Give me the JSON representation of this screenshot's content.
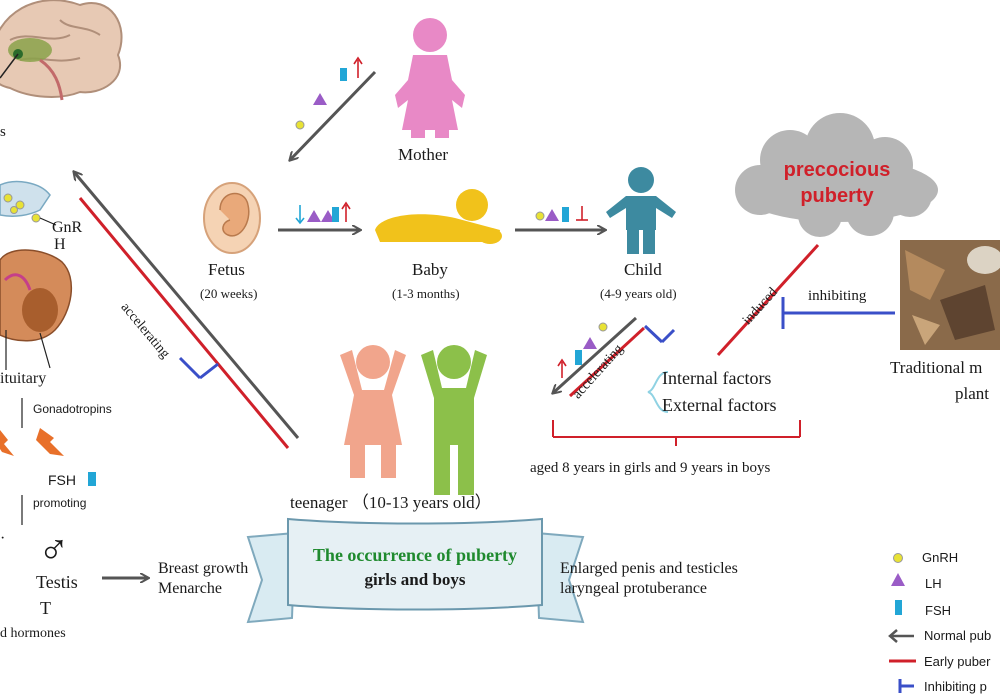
{
  "brain": {
    "hypothalamus_label_fragment": "s"
  },
  "hypothalamus_pituitary": {
    "gnrh_label_line1": "GnR",
    "gnrh_label_line2": "H",
    "pituitary_label": "ituitary",
    "gonadotropins_label": "Gonadotropins",
    "fsh_label": "FSH",
    "promoting_label": "promoting",
    "left_fragment": "·"
  },
  "gonads": {
    "male_symbol": "♂",
    "testis_label": "Testis",
    "testosterone_label": "T",
    "hormones_label": "d hormones"
  },
  "stages": {
    "mother": "Mother",
    "fetus": "Fetus",
    "fetus_sub": "(20 weeks)",
    "baby": "Baby",
    "baby_sub": "(1-3 months)",
    "child": "Child",
    "child_sub": "(4-9 years old)",
    "teenager": "teenager （10-13 years old）"
  },
  "pathway_labels": {
    "accelerating_left": "accelerating",
    "accelerating_right": "accelerating",
    "induced": "induced",
    "inhibiting": "inhibiting"
  },
  "factors": {
    "internal": "Internal factors",
    "external": "External factors",
    "age_note": "aged 8 years in girls and 9 years in boys"
  },
  "precocious": {
    "line1": "precocious",
    "line2": "puberty"
  },
  "medicine": {
    "line1": "Traditional m",
    "line2": "plant"
  },
  "banner": {
    "title": "The occurrence of puberty",
    "subtitle": "girls and boys",
    "left_effects_line1": "Breast growth",
    "left_effects_line2": "Menarche",
    "right_effects_line1": "Enlarged penis and testicles",
    "right_effects_line2": "laryngeal protuberance"
  },
  "legend": {
    "gnrh": "GnRH",
    "lh": "LH",
    "fsh": "FSH",
    "normal": "Normal pub",
    "early": "Early puber",
    "inhibiting": "Inhibiting p"
  },
  "colors": {
    "gnrh_yellow": "#e8e235",
    "lh_purple": "#9a5cc6",
    "fsh_cyan": "#22a6d6",
    "normal_gray": "#555555",
    "early_red": "#d0202a",
    "inhibit_blue": "#3a4fc8",
    "mother_pink": "#e889c6",
    "child_teal": "#3d8aa0",
    "girl_salmon": "#f1a58c",
    "boy_green": "#8cc04a",
    "baby_yellow": "#f1c21b",
    "title_green": "#1f8a2e",
    "cloud_gray": "#b6b6b6"
  }
}
